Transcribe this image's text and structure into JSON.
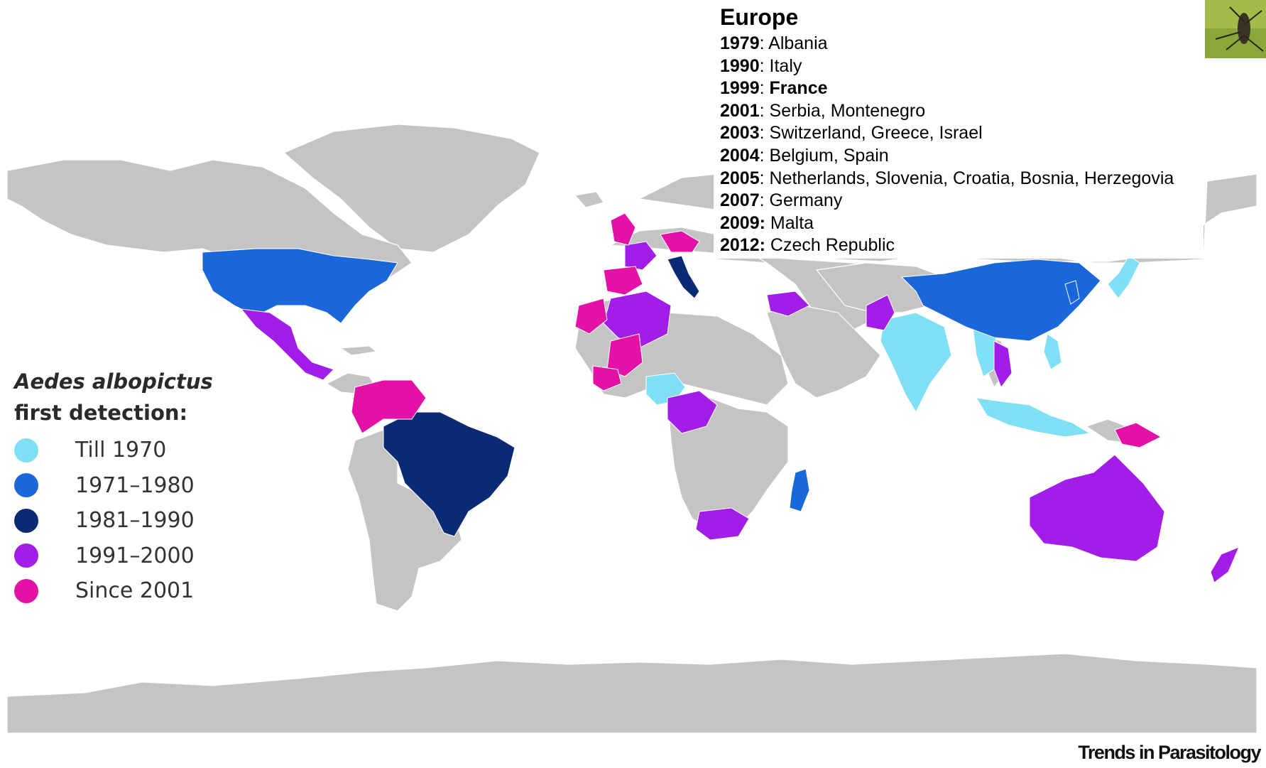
{
  "legend": {
    "title_species": "Aedes albopictus",
    "title_rest": "first detection:",
    "items": [
      {
        "label": "Till 1970",
        "color": "#7fe0f5"
      },
      {
        "label": "1971–1980",
        "color": "#1a66db"
      },
      {
        "label": "1981–1990",
        "color": "#0b2a74"
      },
      {
        "label": "1991–2000",
        "color": "#a21ee8"
      },
      {
        "label": "Since 2001",
        "color": "#e311a6"
      }
    ]
  },
  "europe": {
    "title": "Europe",
    "entries": [
      {
        "year": "1979",
        "sep": ": ",
        "countries": "Albania",
        "bold": false
      },
      {
        "year": "1990",
        "sep": ": ",
        "countries": "Italy",
        "bold": false
      },
      {
        "year": "1999",
        "sep": ": ",
        "countries": "France",
        "bold": true
      },
      {
        "year": "2001",
        "sep": ": ",
        "countries": "Serbia, Montenegro",
        "bold": false
      },
      {
        "year": "2003",
        "sep": ": ",
        "countries": "Switzerland, Greece, Israel",
        "bold": false
      },
      {
        "year": "2004",
        "sep": ": ",
        "countries": "Belgium, Spain",
        "bold": false
      },
      {
        "year": "2005",
        "sep": ": ",
        "countries": "Netherlands, Slovenia, Croatia, Bosnia, Herzegovia",
        "bold": false
      },
      {
        "year": "2007",
        "sep": ": ",
        "countries": "Germany",
        "bold": false
      },
      {
        "year": "2009:",
        "sep": " ",
        "countries": "Malta",
        "bold": false
      },
      {
        "year": "2012:",
        "sep": " ",
        "countries": "Czech Republic",
        "bold": false
      }
    ]
  },
  "credit": "Trends in Parasitology",
  "colors": {
    "land": "#c4c4c4",
    "border": "#ffffff",
    "ocean": "#ffffff"
  }
}
